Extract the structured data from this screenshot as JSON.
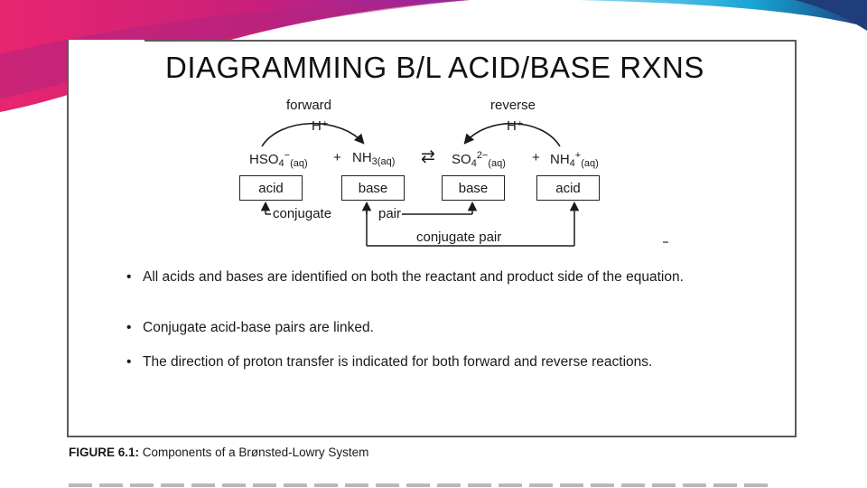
{
  "title": "DIAGRAMMING B/L ACID/BASE RXNS",
  "colors": {
    "accent_magenta": "#e8256f",
    "accent_cyan": "#17a6d6",
    "accent_navy": "#1f3d7a"
  },
  "diagram": {
    "forward_label": "forward",
    "reverse_label": "reverse",
    "proton_left": "H⁺",
    "proton_right": "H⁺",
    "equation": {
      "reactant1_main": "HSO",
      "reactant1_sub": "4",
      "reactant1_sup": "−",
      "reactant1_state": "(aq)",
      "plus1": "+",
      "reactant2_main": "NH",
      "reactant2_sub": "3(aq)",
      "arrow": "⇄",
      "product1_main": "SO",
      "product1_sub": "4",
      "product1_sup": "2−",
      "product1_state": "(aq)",
      "plus2": "+",
      "product2_main": "NH",
      "product2_sub": "4",
      "product2_sup": "+",
      "product2_state": "(aq)"
    },
    "boxes": [
      "acid",
      "base",
      "base",
      "acid"
    ],
    "pair_label_1": "conjugate",
    "pair_label_1b": "pair",
    "pair_label_2": "conjugate pair"
  },
  "bullets": [
    {
      "marker": "•",
      "text": "All acids and bases are identified on both the reactant and product side of the equation."
    },
    {
      "marker": "•",
      "text": "Conjugate acid-base pairs are linked."
    },
    {
      "marker": "•",
      "text": "The direction of proton transfer is indicated for both forward and reverse reactions."
    }
  ],
  "caption": {
    "label": "FIGURE 6.1:",
    "text": "Components of a Brønsted-Lowry System"
  }
}
